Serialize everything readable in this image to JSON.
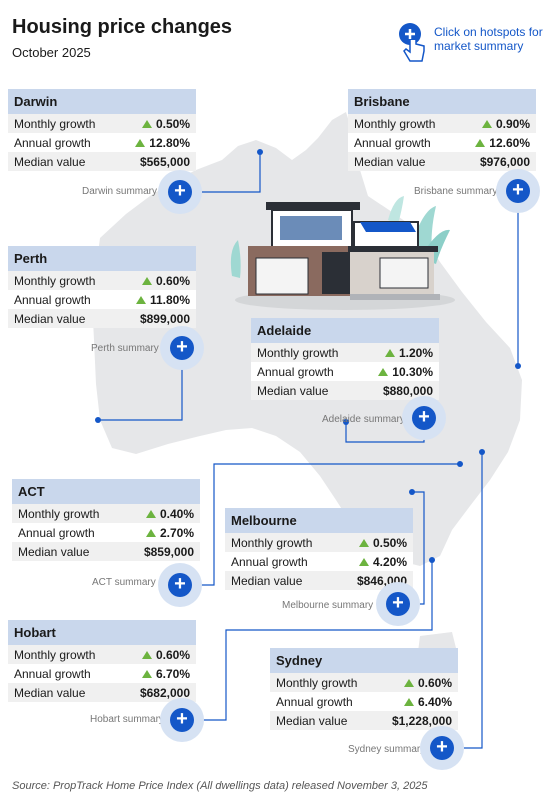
{
  "title": "Housing price changes",
  "subtitle": "October 2025",
  "hint": "Click on hotspots for market summary",
  "labels": {
    "monthly": "Monthly growth",
    "annual": "Annual growth",
    "median": "Median value"
  },
  "cities": {
    "darwin": {
      "name": "Darwin",
      "monthly": "0.50%",
      "annual": "12.80%",
      "median": "$565,000",
      "summary": "Darwin summary"
    },
    "brisbane": {
      "name": "Brisbane",
      "monthly": "0.90%",
      "annual": "12.60%",
      "median": "$976,000",
      "summary": "Brisbane summary"
    },
    "perth": {
      "name": "Perth",
      "monthly": "0.60%",
      "annual": "11.80%",
      "median": "$899,000",
      "summary": "Perth summary"
    },
    "adelaide": {
      "name": "Adelaide",
      "monthly": "1.20%",
      "annual": "10.30%",
      "median": "$880,000",
      "summary": "Adelaide summary"
    },
    "act": {
      "name": "ACT",
      "monthly": "0.40%",
      "annual": "2.70%",
      "median": "$859,000",
      "summary": "ACT summary"
    },
    "melbourne": {
      "name": "Melbourne",
      "monthly": "0.50%",
      "annual": "4.20%",
      "median": "$846,000",
      "summary": "Melbourne summary"
    },
    "hobart": {
      "name": "Hobart",
      "monthly": "0.60%",
      "annual": "6.70%",
      "median": "$682,000",
      "summary": "Hobart summary"
    },
    "sydney": {
      "name": "Sydney",
      "monthly": "0.60%",
      "annual": "6.40%",
      "median": "$1,228,000",
      "summary": "Sydney summary"
    }
  },
  "source": "Source: PropTrack Home Price Index  (All dwellings data) released November 3, 2025",
  "colors": {
    "accent": "#1457c8",
    "header": "#c9d7ec",
    "up": "#6cb33f",
    "map": "#e4e6e8"
  }
}
